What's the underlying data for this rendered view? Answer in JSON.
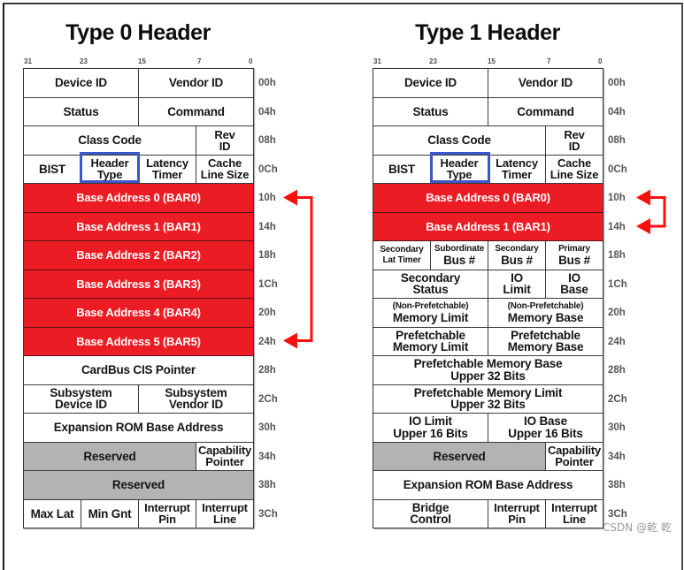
{
  "colors": {
    "bar_red": "#ec1c24",
    "reserved_gray": "#b3b3b3",
    "highlight_blue": "#3a57cc",
    "arrow_red": "#fa0f0f"
  },
  "bit_labels": [
    "31",
    "23",
    "15",
    "7",
    "0"
  ],
  "type0": {
    "title": "Type 0 Header",
    "rows": [
      {
        "offset": "00h",
        "cells": [
          {
            "lines": [
              "Device ID"
            ]
          },
          {
            "lines": [
              "Vendor ID"
            ]
          }
        ]
      },
      {
        "offset": "04h",
        "cells": [
          {
            "lines": [
              "Status"
            ]
          },
          {
            "lines": [
              "Command"
            ]
          }
        ]
      },
      {
        "offset": "08h",
        "cells": [
          {
            "lines": [
              "Class Code"
            ]
          },
          {
            "lines": [
              "Rev",
              "ID"
            ]
          }
        ]
      },
      {
        "offset": "0Ch",
        "cells": [
          {
            "lines": [
              "BIST"
            ]
          },
          {
            "lines": [
              "Header",
              "Type"
            ]
          },
          {
            "lines": [
              "Latency",
              "Timer"
            ]
          },
          {
            "lines": [
              "Cache",
              "Line Size"
            ]
          }
        ]
      },
      {
        "offset": "10h",
        "cells": [
          {
            "lines": [
              "Base Address 0 (BAR0)"
            ]
          }
        ]
      },
      {
        "offset": "14h",
        "cells": [
          {
            "lines": [
              "Base Address 1 (BAR1)"
            ]
          }
        ]
      },
      {
        "offset": "18h",
        "cells": [
          {
            "lines": [
              "Base Address 2 (BAR2)"
            ]
          }
        ]
      },
      {
        "offset": "1Ch",
        "cells": [
          {
            "lines": [
              "Base Address 3 (BAR3)"
            ]
          }
        ]
      },
      {
        "offset": "20h",
        "cells": [
          {
            "lines": [
              "Base Address 4 (BAR4)"
            ]
          }
        ]
      },
      {
        "offset": "24h",
        "cells": [
          {
            "lines": [
              "Base Address 5 (BAR5)"
            ]
          }
        ]
      },
      {
        "offset": "28h",
        "cells": [
          {
            "lines": [
              "CardBus CIS Pointer"
            ]
          }
        ]
      },
      {
        "offset": "2Ch",
        "cells": [
          {
            "lines": [
              "Subsystem",
              "Device ID"
            ]
          },
          {
            "lines": [
              "Subsystem",
              "Vendor ID"
            ]
          }
        ]
      },
      {
        "offset": "30h",
        "cells": [
          {
            "lines": [
              "Expansion ROM Base Address"
            ]
          }
        ]
      },
      {
        "offset": "34h",
        "cells": [
          {
            "lines": [
              "Reserved"
            ]
          },
          {
            "lines": [
              "Capability",
              "Pointer"
            ]
          }
        ]
      },
      {
        "offset": "38h",
        "cells": [
          {
            "lines": [
              "Reserved"
            ]
          }
        ]
      },
      {
        "offset": "3Ch",
        "cells": [
          {
            "lines": [
              "Max Lat"
            ]
          },
          {
            "lines": [
              "Min Gnt"
            ]
          },
          {
            "lines": [
              "Interrupt",
              "Pin"
            ]
          },
          {
            "lines": [
              "Interrupt",
              "Line"
            ]
          }
        ]
      }
    ],
    "arrow": {
      "from": "10h",
      "to": "24h"
    }
  },
  "type1": {
    "title": "Type 1 Header",
    "rows": [
      {
        "offset": "00h",
        "cells": [
          {
            "lines": [
              "Device ID"
            ]
          },
          {
            "lines": [
              "Vendor ID"
            ]
          }
        ]
      },
      {
        "offset": "04h",
        "cells": [
          {
            "lines": [
              "Status"
            ]
          },
          {
            "lines": [
              "Command"
            ]
          }
        ]
      },
      {
        "offset": "08h",
        "cells": [
          {
            "lines": [
              "Class Code"
            ]
          },
          {
            "lines": [
              "Rev",
              "ID"
            ]
          }
        ]
      },
      {
        "offset": "0Ch",
        "cells": [
          {
            "lines": [
              "BIST"
            ]
          },
          {
            "lines": [
              "Header",
              "Type"
            ]
          },
          {
            "lines": [
              "Latency",
              "Timer"
            ]
          },
          {
            "lines": [
              "Cache",
              "Line Size"
            ]
          }
        ]
      },
      {
        "offset": "10h",
        "cells": [
          {
            "lines": [
              "Base Address 0 (BAR0)"
            ]
          }
        ]
      },
      {
        "offset": "14h",
        "cells": [
          {
            "lines": [
              "Base Address 1 (BAR1)"
            ]
          }
        ]
      },
      {
        "offset": "18h",
        "cells": [
          {
            "lines": [
              "Secondary",
              "Lat Timer"
            ]
          },
          {
            "lines": [
              "Subordinate",
              "Bus #"
            ]
          },
          {
            "lines": [
              "Secondary",
              "Bus #"
            ]
          },
          {
            "lines": [
              "Primary",
              "Bus #"
            ]
          }
        ]
      },
      {
        "offset": "1Ch",
        "cells": [
          {
            "lines": [
              "Secondary",
              "Status"
            ]
          },
          {
            "lines": [
              "IO",
              "Limit"
            ]
          },
          {
            "lines": [
              "IO",
              "Base"
            ]
          }
        ]
      },
      {
        "offset": "20h",
        "cells": [
          {
            "lines": [
              "(Non-Prefetchable)",
              "Memory Limit"
            ]
          },
          {
            "lines": [
              "(Non-Prefetchable)",
              "Memory Base"
            ]
          }
        ]
      },
      {
        "offset": "24h",
        "cells": [
          {
            "lines": [
              "Prefetchable",
              "Memory Limit"
            ]
          },
          {
            "lines": [
              "Prefetchable",
              "Memory Base"
            ]
          }
        ]
      },
      {
        "offset": "28h",
        "cells": [
          {
            "lines": [
              "Prefetchable Memory Base",
              "Upper 32 Bits"
            ]
          }
        ]
      },
      {
        "offset": "2Ch",
        "cells": [
          {
            "lines": [
              "Prefetchable Memory Limit",
              "Upper 32 Bits"
            ]
          }
        ]
      },
      {
        "offset": "30h",
        "cells": [
          {
            "lines": [
              "IO Limit",
              "Upper 16 Bits"
            ]
          },
          {
            "lines": [
              "IO Base",
              "Upper 16 Bits"
            ]
          }
        ]
      },
      {
        "offset": "34h",
        "cells": [
          {
            "lines": [
              "Reserved"
            ]
          },
          {
            "lines": [
              "Capability",
              "Pointer"
            ]
          }
        ]
      },
      {
        "offset": "38h",
        "cells": [
          {
            "lines": [
              "Expansion ROM Base Address"
            ]
          }
        ]
      },
      {
        "offset": "3Ch",
        "cells": [
          {
            "lines": [
              "Bridge",
              "Control"
            ]
          },
          {
            "lines": [
              "Interrupt",
              "Pin"
            ]
          },
          {
            "lines": [
              "Interrupt",
              "Line"
            ]
          }
        ]
      }
    ],
    "arrow": {
      "from": "10h",
      "to": "14h"
    }
  },
  "watermark": "CSDN @乾 乾"
}
